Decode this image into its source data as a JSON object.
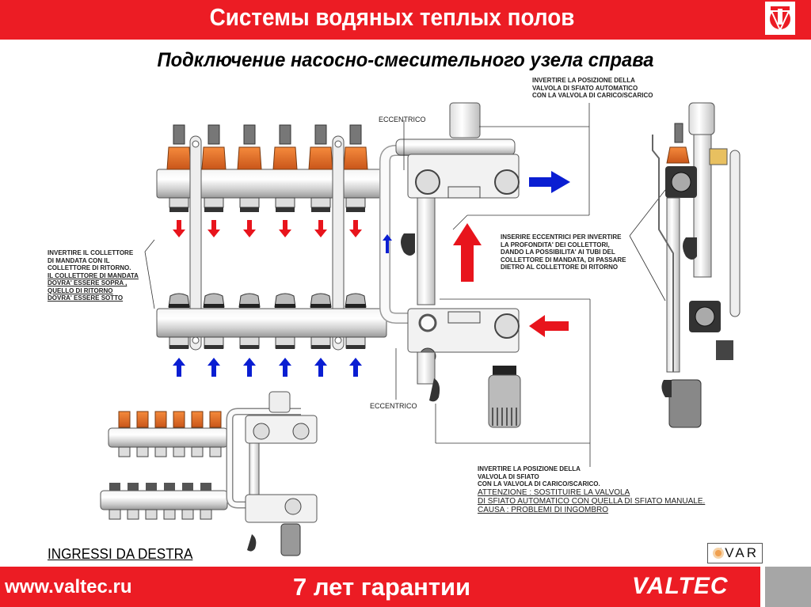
{
  "header": {
    "title": "Системы водяных теплых полов",
    "logo_icon": "valtec-v-logo-icon",
    "color": "#ec1c24"
  },
  "subtitle": "Подключение насосно-смесительного узела справа",
  "annotations": {
    "top_right": [
      "INVERTIRE LA POSIZIONE DELLA",
      "VALVOLA DI SFIATO AUTOMATICO",
      "CON LA VALVOLA DI CARICO/SCARICO"
    ],
    "left": {
      "plain": [
        "INVERTIRE IL COLLETTORE",
        "DI MANDATA CON IL",
        "COLLETTORE DI RITORNO."
      ],
      "underlined": [
        "IL COLLETTORE DI MANDATA",
        "DOVRA' ESSERE SOPRA ,",
        "QUELLO DI RITORNO",
        "DOVRA' ESSERE SOTTO"
      ]
    },
    "right_middle": [
      "INSERIRE ECCENTRICI PER INVERTIRE",
      "LA PROFONDITA' DEI COLLETTORI,",
      "DANDO LA POSSIBILITA' AI TUBI DEL",
      "COLLETTORE DI MANDATA, DI PASSARE",
      "DIETRO AL COLLETTORE DI RITORNO"
    ],
    "bottom": {
      "plain": [
        "INVERTIRE LA POSIZIONE DELLA",
        "VALVOLA DI SFIATO",
        "CON LA VALVOLA DI CARICO/SCARICO."
      ],
      "underlined": [
        "ATTENZIONE : SOSTITUIRE LA VALVOLA",
        "DI SFIATO AUTOMATICO CON QUELLA DI SFIATO MANUALE.",
        "CAUSA : PROBLEMI DI INGOMBRO"
      ]
    },
    "eccentrico_top": "ECCENTRICO",
    "eccentrico_bottom": "ECCENTRICO"
  },
  "diagram": {
    "supply_outlets": 6,
    "return_inlets": 6,
    "supply_arrow_color": "#e8141c",
    "return_arrow_color": "#0a1ed2",
    "flow_out_label": "blue-arrow-right",
    "flow_in_label": "red-arrow-left"
  },
  "caption": "INGRESSI DA DESTRA",
  "ivar_logo": "IVAR",
  "footer": {
    "url": "www.valtec.ru",
    "warranty": "7 лет гарантии",
    "brand": "VALTEC"
  }
}
